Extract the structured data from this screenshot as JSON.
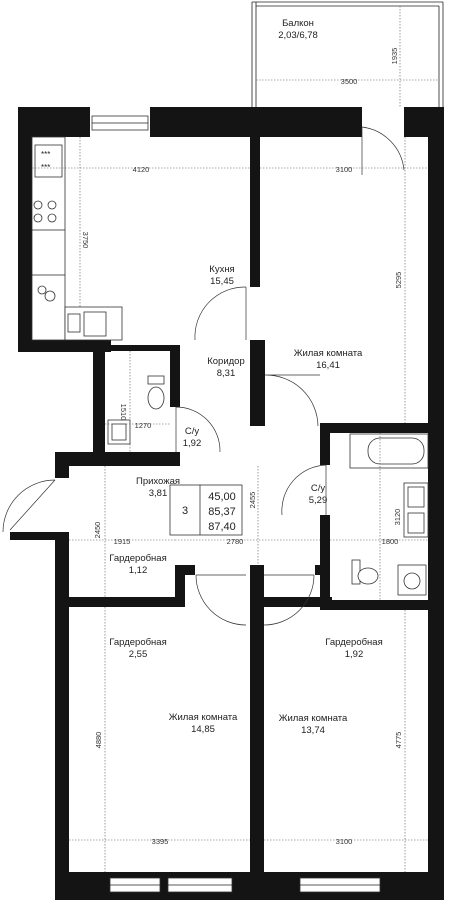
{
  "apartment": {
    "rooms_count": "3",
    "areas": [
      "45,00",
      "85,37",
      "87,40"
    ]
  },
  "rooms": {
    "balcony": {
      "name": "Балкон",
      "area": "2,03/6,78"
    },
    "kitchen": {
      "name": "Кухня",
      "area": "15,45"
    },
    "corridor": {
      "name": "Коридор",
      "area": "8,31"
    },
    "living1": {
      "name": "Жилая комната",
      "area": "16,41"
    },
    "wc1": {
      "name": "С/у",
      "area": "1,92"
    },
    "hall": {
      "name": "Прихожая",
      "area": "3,81"
    },
    "wc2": {
      "name": "С/у",
      "area": "5,29"
    },
    "wardrobe1": {
      "name": "Гардеробная",
      "area": "1,12"
    },
    "wardrobe2": {
      "name": "Гардеробная",
      "area": "2,55"
    },
    "wardrobe3": {
      "name": "Гардеробная",
      "area": "1,92"
    },
    "living2": {
      "name": "Жилая комната",
      "area": "14,85"
    },
    "living3": {
      "name": "Жилая комната",
      "area": "13,74"
    }
  },
  "dimensions": {
    "balcony_height": "1935",
    "balcony_width": "3500",
    "kitchen_width": "4120",
    "kitchen_height": "3750",
    "living1_width": "3100",
    "living1_height": "5295",
    "wc1_width": "1270",
    "wc1_height": "1510",
    "hall_height_right": "2455",
    "hall_height_left": "2450",
    "hall_width_left": "1915",
    "hall_width_mid": "2780",
    "wc2_width": "1800",
    "wc2_height": "3120",
    "living2_height": "4880",
    "living2_width": "3395",
    "living3_height": "4775",
    "living3_width": "3100"
  }
}
